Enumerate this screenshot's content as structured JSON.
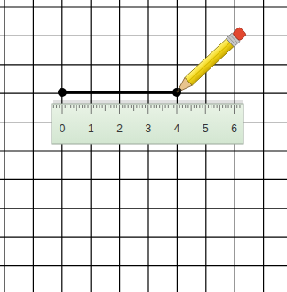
{
  "diagram": {
    "labels": [
      "0",
      "1",
      "2",
      "3",
      "4",
      "5",
      "6"
    ]
  }
}
